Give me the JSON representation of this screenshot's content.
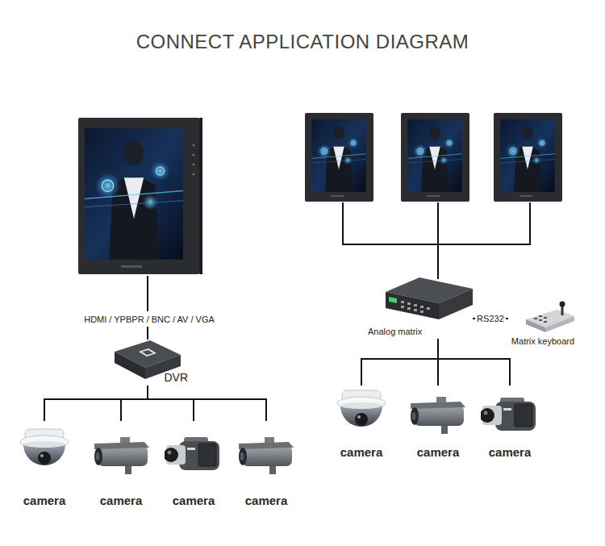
{
  "diagram": {
    "title": "CONNECT APPLICATION DIAGRAM",
    "nodes": [
      {
        "text": [
          "DVR"
        ]
      },
      {
        "text": [
          "camera"
        ]
      },
      {
        "text": [
          "camera"
        ]
      },
      {
        "text": [
          "camera"
        ]
      },
      {
        "text": [
          "camera"
        ]
      },
      {
        "text": [
          "Analog matrix"
        ]
      },
      {
        "text": [
          "Matrix keyboard"
        ]
      },
      {
        "text": [
          "camera"
        ]
      },
      {
        "text": [
          "camera"
        ]
      },
      {
        "text": [
          "camera"
        ]
      }
    ],
    "edges": [
      {
        "from": 0,
        "to": 1,
        "arrow": "none"
      },
      {
        "from": 0,
        "to": 2,
        "arrow": "none"
      },
      {
        "from": 0,
        "to": 3,
        "arrow": "none"
      },
      {
        "from": 0,
        "to": 4,
        "arrow": "none"
      },
      {
        "from": 5,
        "to": 6,
        "label": "RS232",
        "arrow": "none"
      },
      {
        "from": 5,
        "to": 7,
        "arrow": "none"
      },
      {
        "from": 5,
        "to": 8,
        "arrow": "none"
      },
      {
        "from": 5,
        "to": 9,
        "arrow": "none"
      }
    ],
    "labels": [
      "HDMI / YPBPR / BNC / AV / VGA"
    ]
  }
}
